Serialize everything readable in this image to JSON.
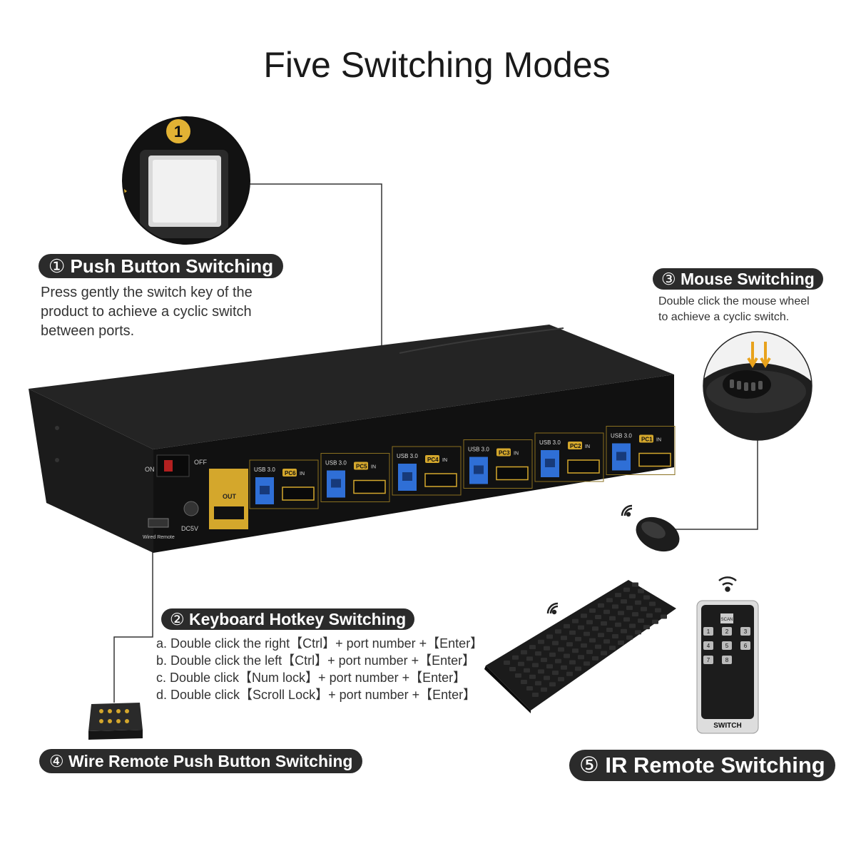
{
  "title": "Five Switching Modes",
  "modes": [
    {
      "num": "①",
      "label": "Push Button Switching",
      "desc": [
        "Press gently the switch key of the",
        "product to achieve a cyclic switch",
        "between ports."
      ]
    },
    {
      "num": "②",
      "label": "Keyboard Hotkey Switching",
      "items": [
        "a. Double click the right【Ctrl】+ port number +【Enter】",
        "b. Double click the left【Ctrl】+ port number +【Enter】",
        "c. Double click【Num lock】+ port number +【Enter】",
        "d. Double click【Scroll Lock】+ port number +【Enter】"
      ]
    },
    {
      "num": "③",
      "label": "Mouse Switching",
      "desc": [
        "Double click the mouse wheel",
        "to achieve a cyclic switch."
      ]
    },
    {
      "num": "④",
      "label": "Wire Remote Push Button Switching"
    },
    {
      "num": "⑤",
      "label": "IR Remote Switching"
    }
  ],
  "device": {
    "power_on": "ON",
    "power_off": "OFF",
    "out": "OUT",
    "dc": "DC5V",
    "wired_remote": "Wired Remote",
    "usb": "USB 3.0",
    "in": "IN",
    "pcs": [
      "PC6",
      "PC5",
      "PC4",
      "PC3",
      "PC2",
      "PC1"
    ]
  },
  "callout_number": "1",
  "remote": {
    "scan": "SCAN",
    "keys": [
      "1",
      "2",
      "3",
      "4",
      "5",
      "6",
      "7",
      "8"
    ],
    "switch": "SWITCH"
  },
  "colors": {
    "pill": "#2b2b2b",
    "gold": "#d4a72c",
    "usb_blue": "#2f6fd6",
    "device": "#141414"
  }
}
